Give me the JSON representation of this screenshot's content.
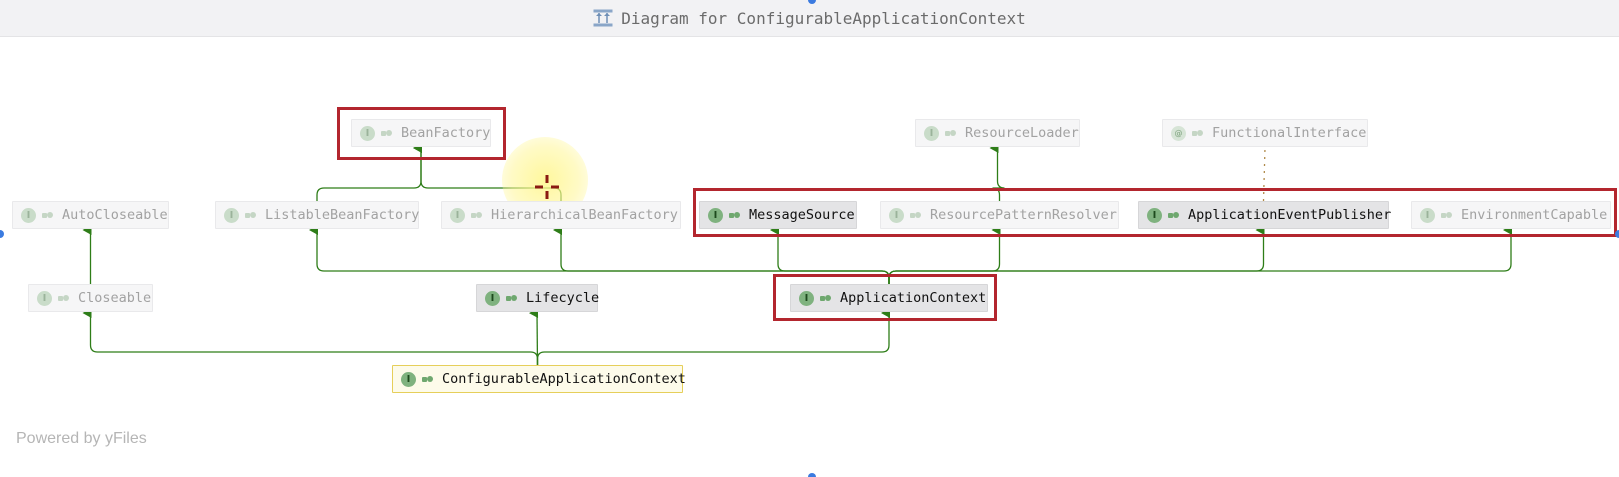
{
  "window": {
    "title": "Diagram for ConfigurableApplicationContext",
    "title_icon": "class-diagram-icon"
  },
  "footer": {
    "powered_by": "Powered by yFiles"
  },
  "colors": {
    "arrow": "#2e7d18",
    "highlight_border": "#b3262e",
    "node_active_bg": "#e4e4e6",
    "node_faded_bg": "#f6f6f7",
    "selected_bg": "#fdfbea"
  },
  "nodes": [
    {
      "id": "BeanFactory",
      "label": "BeanFactory",
      "state": "faded",
      "badge": "I"
    },
    {
      "id": "ResourceLoader",
      "label": "ResourceLoader",
      "state": "faded",
      "badge": "I"
    },
    {
      "id": "FunctionalInterface",
      "label": "FunctionalInterface",
      "state": "faded",
      "badge": "@"
    },
    {
      "id": "AutoCloseable",
      "label": "AutoCloseable",
      "state": "faded",
      "badge": "I"
    },
    {
      "id": "ListableBeanFactory",
      "label": "ListableBeanFactory",
      "state": "faded",
      "badge": "I"
    },
    {
      "id": "HierarchicalBeanFactory",
      "label": "HierarchicalBeanFactory",
      "state": "faded",
      "badge": "I"
    },
    {
      "id": "MessageSource",
      "label": "MessageSource",
      "state": "active",
      "badge": "I"
    },
    {
      "id": "ResourcePatternResolver",
      "label": "ResourcePatternResolver",
      "state": "faded",
      "badge": "I"
    },
    {
      "id": "ApplicationEventPublisher",
      "label": "ApplicationEventPublisher",
      "state": "active",
      "badge": "I"
    },
    {
      "id": "EnvironmentCapable",
      "label": "EnvironmentCapable",
      "state": "faded",
      "badge": "I"
    },
    {
      "id": "Closeable",
      "label": "Closeable",
      "state": "faded",
      "badge": "I"
    },
    {
      "id": "Lifecycle",
      "label": "Lifecycle",
      "state": "active",
      "badge": "I"
    },
    {
      "id": "ApplicationContext",
      "label": "ApplicationContext",
      "state": "active",
      "badge": "I"
    },
    {
      "id": "ConfigurableApplicationContext",
      "label": "ConfigurableApplicationContext",
      "state": "selected",
      "badge": "I"
    }
  ],
  "edges": [
    {
      "from": "ListableBeanFactory",
      "to": "BeanFactory",
      "kind": "extends"
    },
    {
      "from": "HierarchicalBeanFactory",
      "to": "BeanFactory",
      "kind": "extends"
    },
    {
      "from": "ResourcePatternResolver",
      "to": "ResourceLoader",
      "kind": "extends"
    },
    {
      "from": "ApplicationEventPublisher",
      "to": "FunctionalInterface",
      "kind": "annotated"
    },
    {
      "from": "Closeable",
      "to": "AutoCloseable",
      "kind": "extends"
    },
    {
      "from": "ApplicationContext",
      "to": "ListableBeanFactory",
      "kind": "extends"
    },
    {
      "from": "ApplicationContext",
      "to": "HierarchicalBeanFactory",
      "kind": "extends"
    },
    {
      "from": "ApplicationContext",
      "to": "MessageSource",
      "kind": "extends"
    },
    {
      "from": "ApplicationContext",
      "to": "ResourcePatternResolver",
      "kind": "extends"
    },
    {
      "from": "ApplicationContext",
      "to": "ApplicationEventPublisher",
      "kind": "extends"
    },
    {
      "from": "ApplicationContext",
      "to": "EnvironmentCapable",
      "kind": "extends"
    },
    {
      "from": "ConfigurableApplicationContext",
      "to": "Closeable",
      "kind": "extends"
    },
    {
      "from": "ConfigurableApplicationContext",
      "to": "Lifecycle",
      "kind": "extends"
    },
    {
      "from": "ConfigurableApplicationContext",
      "to": "ApplicationContext",
      "kind": "extends"
    }
  ],
  "highlight_boxes": [
    {
      "id": "hl-beanfactory",
      "target": "BeanFactory"
    },
    {
      "id": "hl-middle-row",
      "target": "MessageSource, ResourcePatternResolver, ApplicationEventPublisher, EnvironmentCapable"
    },
    {
      "id": "hl-applicationcontext",
      "target": "ApplicationContext"
    }
  ],
  "cursor_icon": "crosshair-cursor-icon"
}
